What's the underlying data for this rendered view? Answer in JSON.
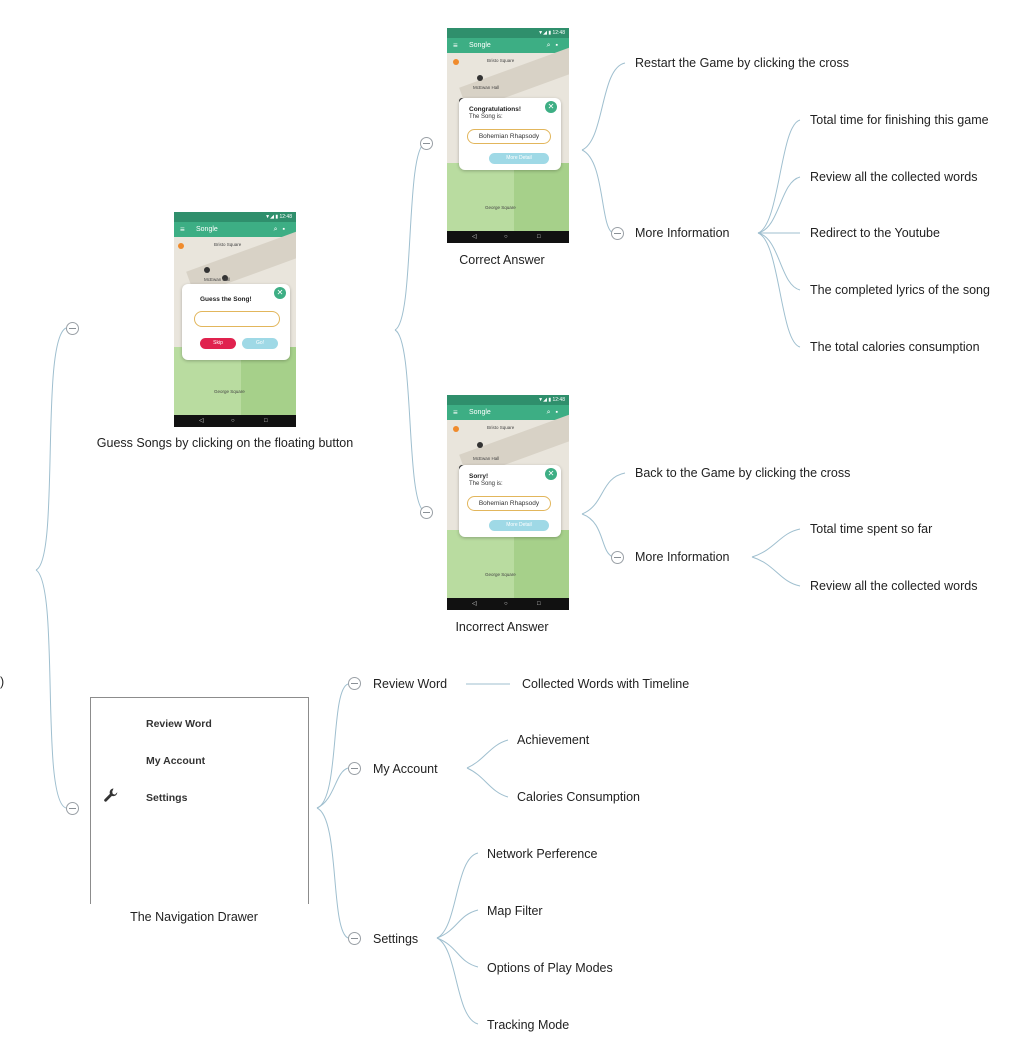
{
  "phone_main": {
    "app_title": "Songle",
    "dialog_title": "Guess the Song!",
    "skip_label": "Skip",
    "go_label": "Go!",
    "map_labels": [
      "Bristo Square",
      "McEwan Hall",
      "George Square"
    ],
    "caption": "Guess Songs by clicking on the floating button"
  },
  "phone_correct": {
    "app_title": "Songle",
    "dialog_title": "Congratulations!",
    "dialog_sub": "The Song is:",
    "song": "Bohemian Rhapsody",
    "more_label": "More Detail",
    "map_labels": [
      "Bristo Square",
      "McEwan Hall",
      "George Square"
    ],
    "caption": "Correct Answer"
  },
  "phone_incorrect": {
    "app_title": "Songle",
    "dialog_title": "Sorry!",
    "dialog_sub": "The Song is:",
    "song": "Bohemian Rhapsody",
    "more_label": "More Detail",
    "map_labels": [
      "Bristo Square",
      "McEwan Hall",
      "George Square"
    ],
    "caption": "Incorrect Answer"
  },
  "correct_branch": {
    "restart": "Restart the Game by clicking the cross",
    "more_info": "More Information",
    "details": [
      "Total time for finishing this game",
      "Review all the collected words",
      "Redirect to the Youtube",
      "The completed lyrics of the song",
      "The total calories consumption"
    ]
  },
  "incorrect_branch": {
    "back": "Back to the Game by clicking the cross",
    "more_info": "More Information",
    "details": [
      "Total time spent so far",
      "Review all the collected words"
    ]
  },
  "drawer": {
    "items": [
      "Review Word",
      "My Account",
      "Settings"
    ],
    "caption": "The Navigation Drawer"
  },
  "drawer_branch": {
    "review_word": "Review Word",
    "review_word_child": "Collected Words with Timeline",
    "my_account": "My Account",
    "my_account_children": [
      "Achievement",
      "Calories Consumption"
    ],
    "settings": "Settings",
    "settings_children": [
      "Network Perference",
      "Map Filter",
      "Options of Play Modes",
      "Tracking Mode"
    ]
  },
  "edge_fragment": ")",
  "colors": {
    "connector": "#9fbfcf",
    "accent": "#3dae84",
    "skip": "#e0224e",
    "go": "#9fd9e6"
  }
}
